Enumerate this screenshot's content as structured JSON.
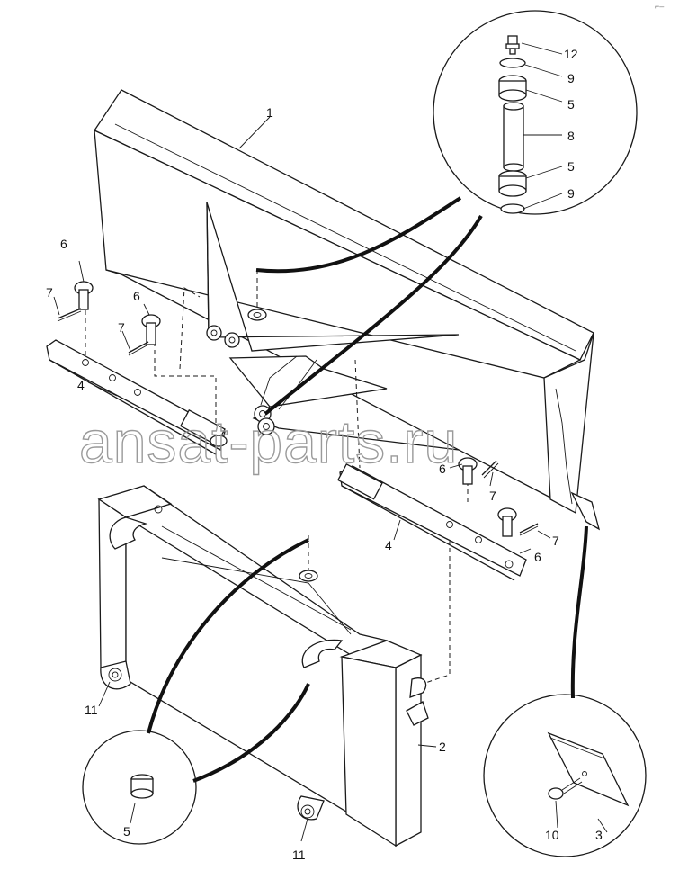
{
  "watermark": "ansat-parts.ru",
  "corner_mark": "⌐–",
  "callouts": {
    "c1": "1",
    "c2": "2",
    "c3": "3",
    "c4a": "4",
    "c4b": "4",
    "c5a": "5",
    "c5b": "5",
    "c5c": "5",
    "c6a": "6",
    "c6b": "6",
    "c6c": "6",
    "c6d": "6",
    "c7a": "7",
    "c7b": "7",
    "c7c": "7",
    "c7d": "7",
    "c8": "8",
    "c9a": "9",
    "c9b": "9",
    "c10": "10",
    "c11a": "11",
    "c11b": "11",
    "c12": "12"
  }
}
